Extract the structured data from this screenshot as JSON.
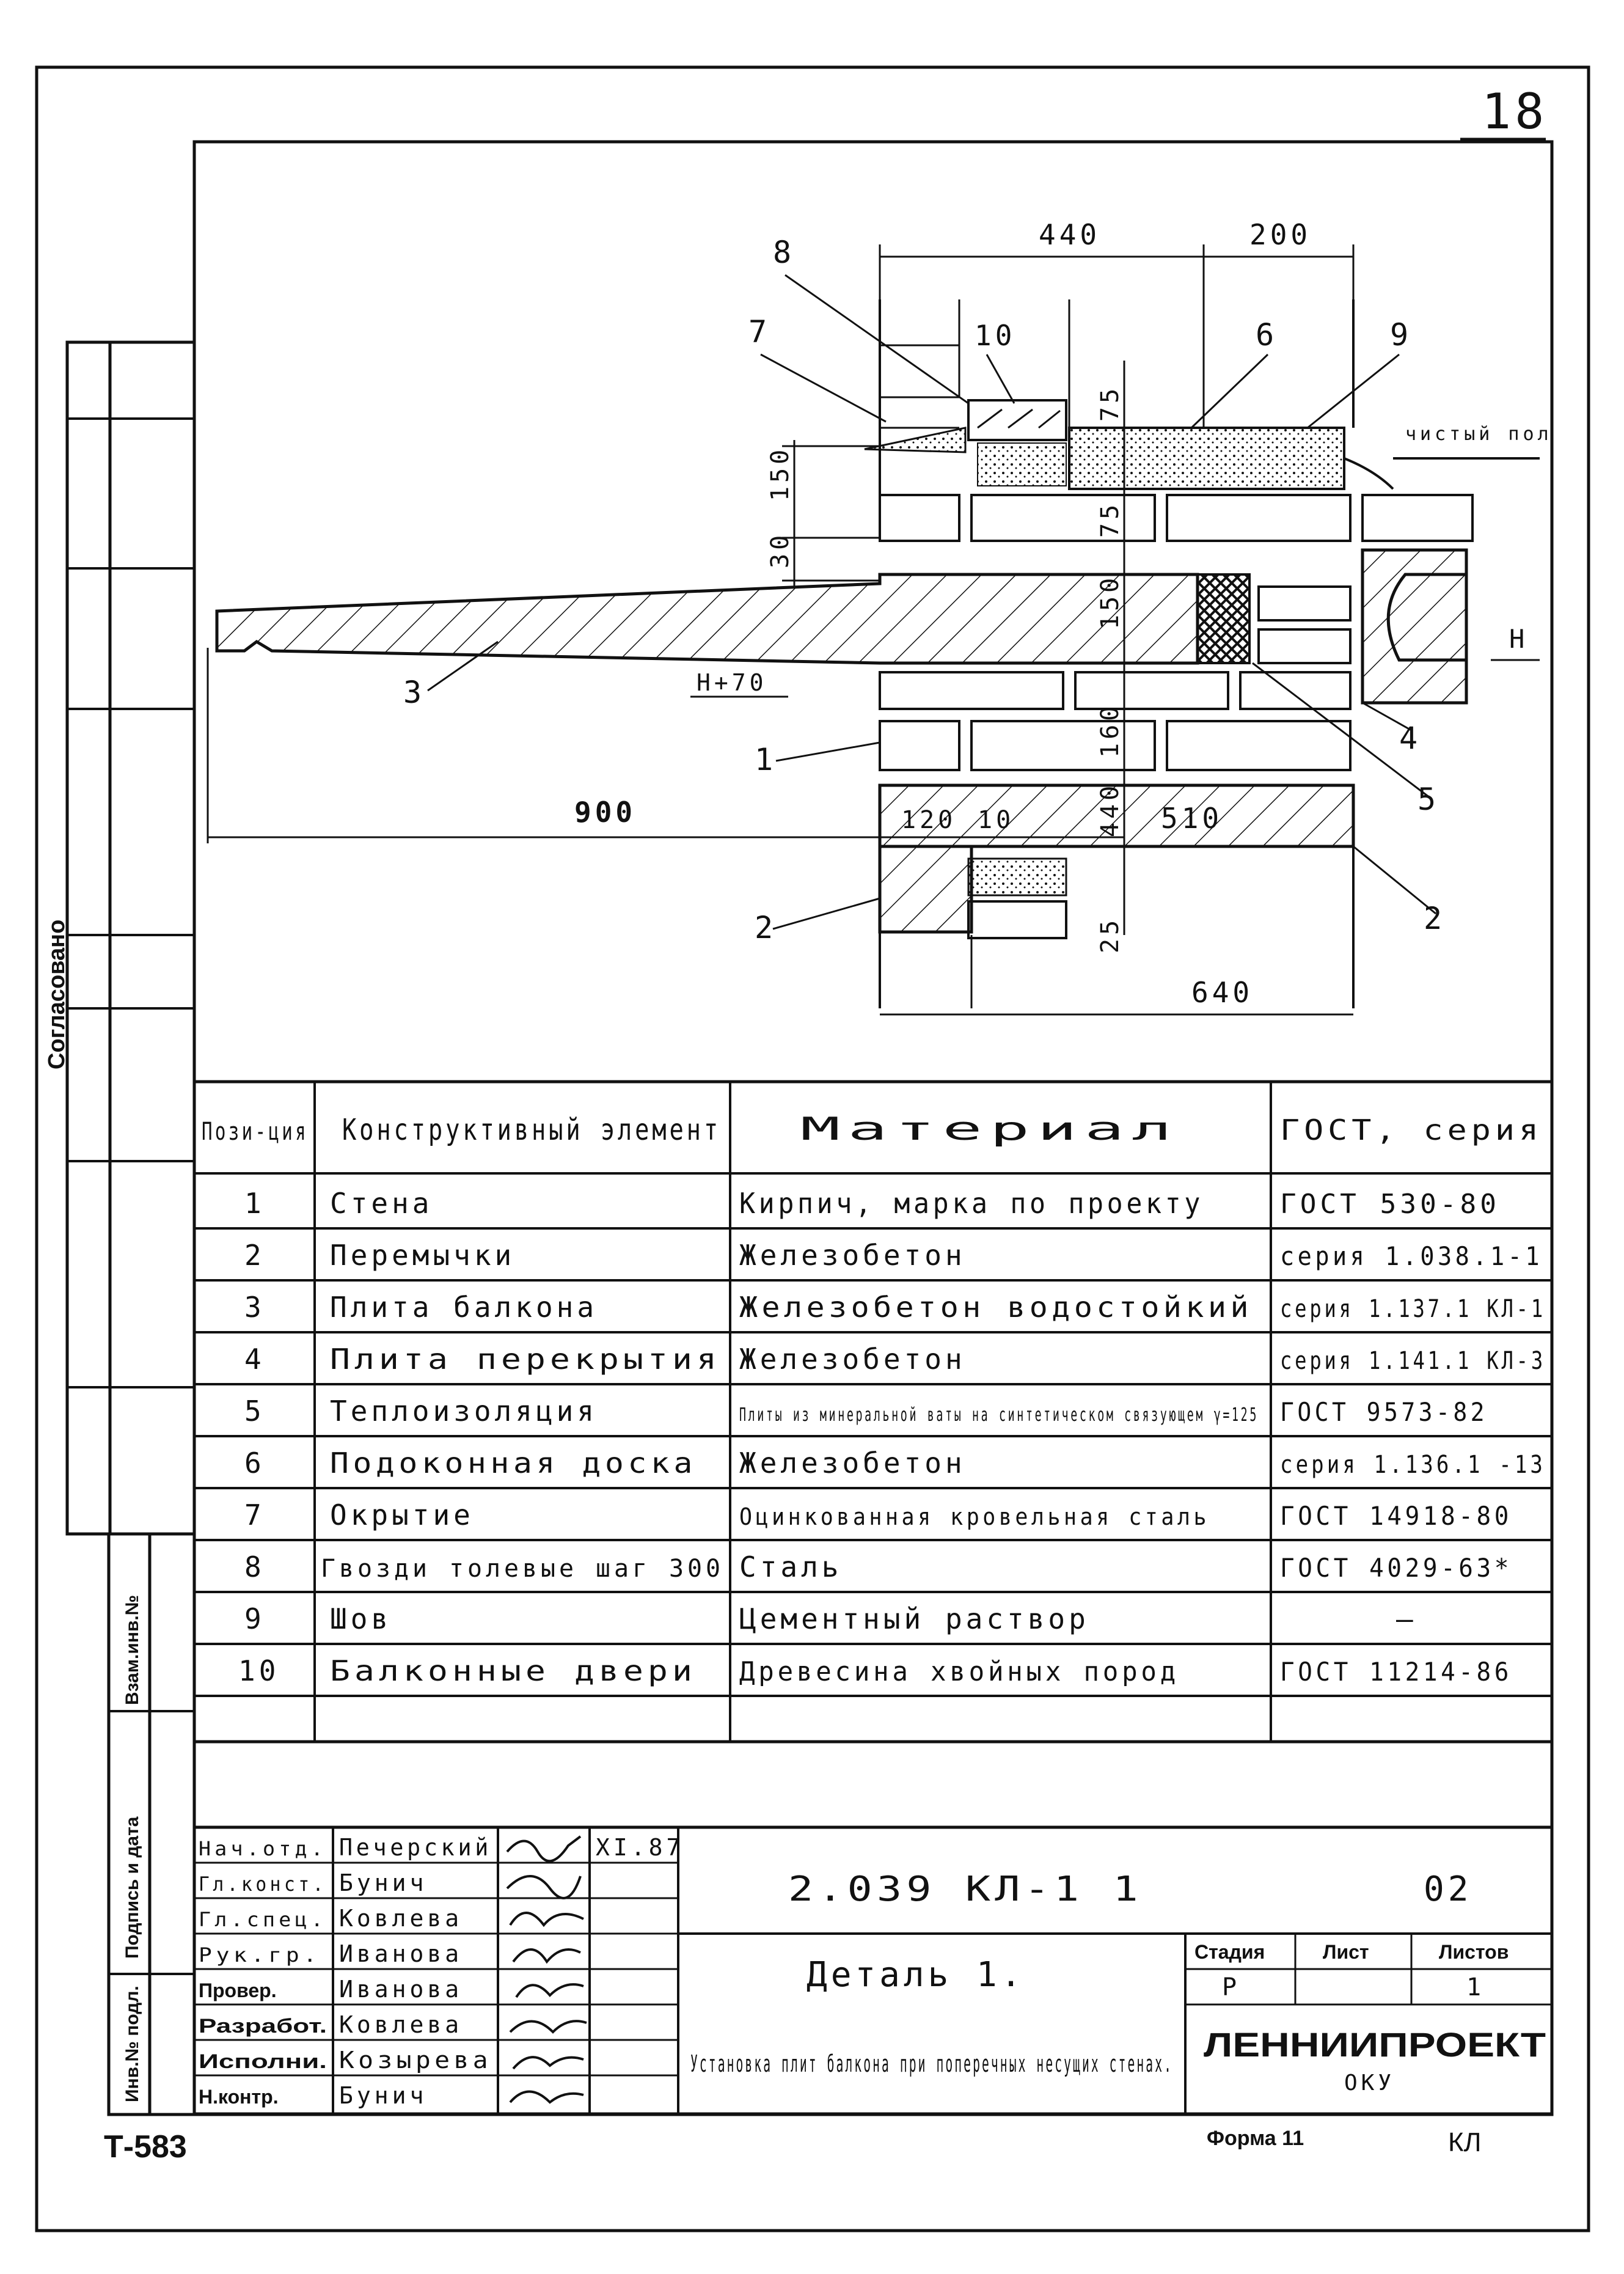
{
  "sheet": {
    "page_number": "18",
    "approval_stamp": "Согласовано",
    "side_labels": [
      "Взам.инв.№",
      "Подпись и дата",
      "Инв.№ подл."
    ],
    "sheet_code": "Т-583",
    "form_label": "Форма 11",
    "corner_mark": "КЛ"
  },
  "drawing": {
    "dimensions": {
      "top_left": "440",
      "top_right": "200",
      "top_75": "75",
      "mid_75": "75",
      "h150": "150",
      "h30": "30",
      "v150": "150",
      "v160": "160",
      "v440": "440",
      "d120": "120",
      "d10": "10",
      "d510": "510",
      "v25": "25",
      "bottom": "640",
      "span": "900"
    },
    "level_marks": {
      "floor_level": "Н+70",
      "h": "Н",
      "clean_floor": "чистый пол"
    },
    "callouts": [
      "8",
      "7",
      "10",
      "6",
      "9",
      "3",
      "1",
      "2",
      "4",
      "5",
      "2"
    ]
  },
  "spec_table": {
    "headers": [
      "Пози-ция",
      "Конструктивный элемент",
      "Материал",
      "ГОСТ, серия"
    ],
    "rows": [
      {
        "pos": "1",
        "element": "Стена",
        "material": "Кирпич, марка по проекту",
        "gost": "ГОСТ 530-80"
      },
      {
        "pos": "2",
        "element": "Перемычки",
        "material": "Железобетон",
        "gost": "серия 1.038.1-1"
      },
      {
        "pos": "3",
        "element": "Плита балкона",
        "material": "Железобетон водостойкий",
        "gost": "серия 1.137.1 КЛ-1"
      },
      {
        "pos": "4",
        "element": "Плита перекрытия",
        "material": "Железобетон",
        "gost": "серия 1.141.1 КЛ-3"
      },
      {
        "pos": "5",
        "element": "Теплоизоляция",
        "material": "Плиты из минеральной ваты на синтетическом связующем γ=125",
        "gost": "ГОСТ 9573-82"
      },
      {
        "pos": "6",
        "element": "Подоконная доска",
        "material": "Железобетон",
        "gost": "серия 1.136.1 -13"
      },
      {
        "pos": "7",
        "element": "Окрытие",
        "material": "Оцинкованная кровельная сталь",
        "gost": "ГОСТ 14918-80"
      },
      {
        "pos": "8",
        "element": "Гвозди толевые шаг 300",
        "material": "Сталь",
        "gost": "ГОСТ 4029-63*"
      },
      {
        "pos": "9",
        "element": "Шов",
        "material": "Цементный раствор",
        "gost": "—"
      },
      {
        "pos": "10",
        "element": "Балконные двери",
        "material": "Древесина хвойных пород",
        "gost": "ГОСТ 11214-86"
      }
    ]
  },
  "title_block": {
    "signatures": [
      {
        "role": "Нач.отд.",
        "name": "Печерский"
      },
      {
        "role": "Гл.конст.",
        "name": "Бунич"
      },
      {
        "role": "Гл.спец.",
        "name": "Ковлева"
      },
      {
        "role": "Рук.гр.",
        "name": "Иванова"
      },
      {
        "role": "Провер.",
        "name": "Иванова"
      },
      {
        "role": "Разработ.",
        "name": "Ковлева"
      },
      {
        "role": "Исполни.",
        "name": "Козырева"
      },
      {
        "role": "Н.контр.",
        "name": "Бунич"
      }
    ],
    "date": "XI.87",
    "doc_code": "2.039 КЛ-1 1",
    "doc_number": "02",
    "detail_title": "Деталь 1.",
    "description": "Установка плит балкона при поперечных несущих стенах.",
    "stage_header": "Стадия",
    "sheet_header": "Лист",
    "sheets_header": "Листов",
    "stage": "Р",
    "sheet_value": "",
    "sheets_value": "1",
    "org": "ЛЕННИИПРОЕКТ",
    "org_sub": "ОКУ"
  }
}
